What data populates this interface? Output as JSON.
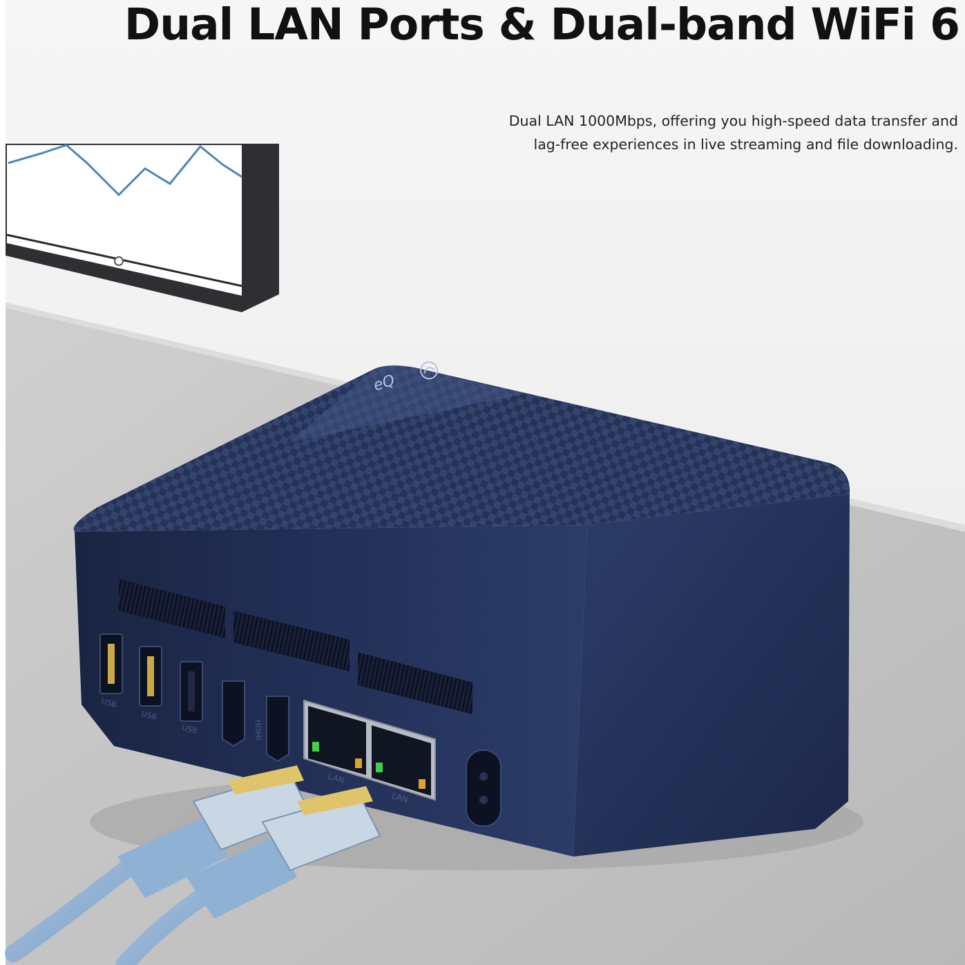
{
  "headline": "Dual LAN Ports & Dual-band WiFi 6",
  "subcopy": {
    "line1": "Dual LAN 1000Mbps, offering you high-speed data transfer and",
    "line2": "lag-free experiences in live streaming and file downloading."
  },
  "device": {
    "brand_mark": "eQ",
    "port_labels": {
      "usb": "USB",
      "hdmi": "HDMI",
      "lan": "LAN"
    }
  },
  "colors": {
    "device_body": "#1f2a4a",
    "device_top": "#2b3a63",
    "cable": "#8fb1d4",
    "connector": "#a9c3e0",
    "led_green": "#3fcf4a",
    "led_amber": "#d9a233",
    "chart_line": "#4a86b8",
    "wall": "#efefef",
    "desk": "#c8c8c8"
  },
  "icons": [
    "ethernet-cable-icon",
    "hdmi-port-icon",
    "usb-port-icon",
    "rj45-port-icon",
    "power-socket-icon",
    "brand-logo-icon"
  ]
}
